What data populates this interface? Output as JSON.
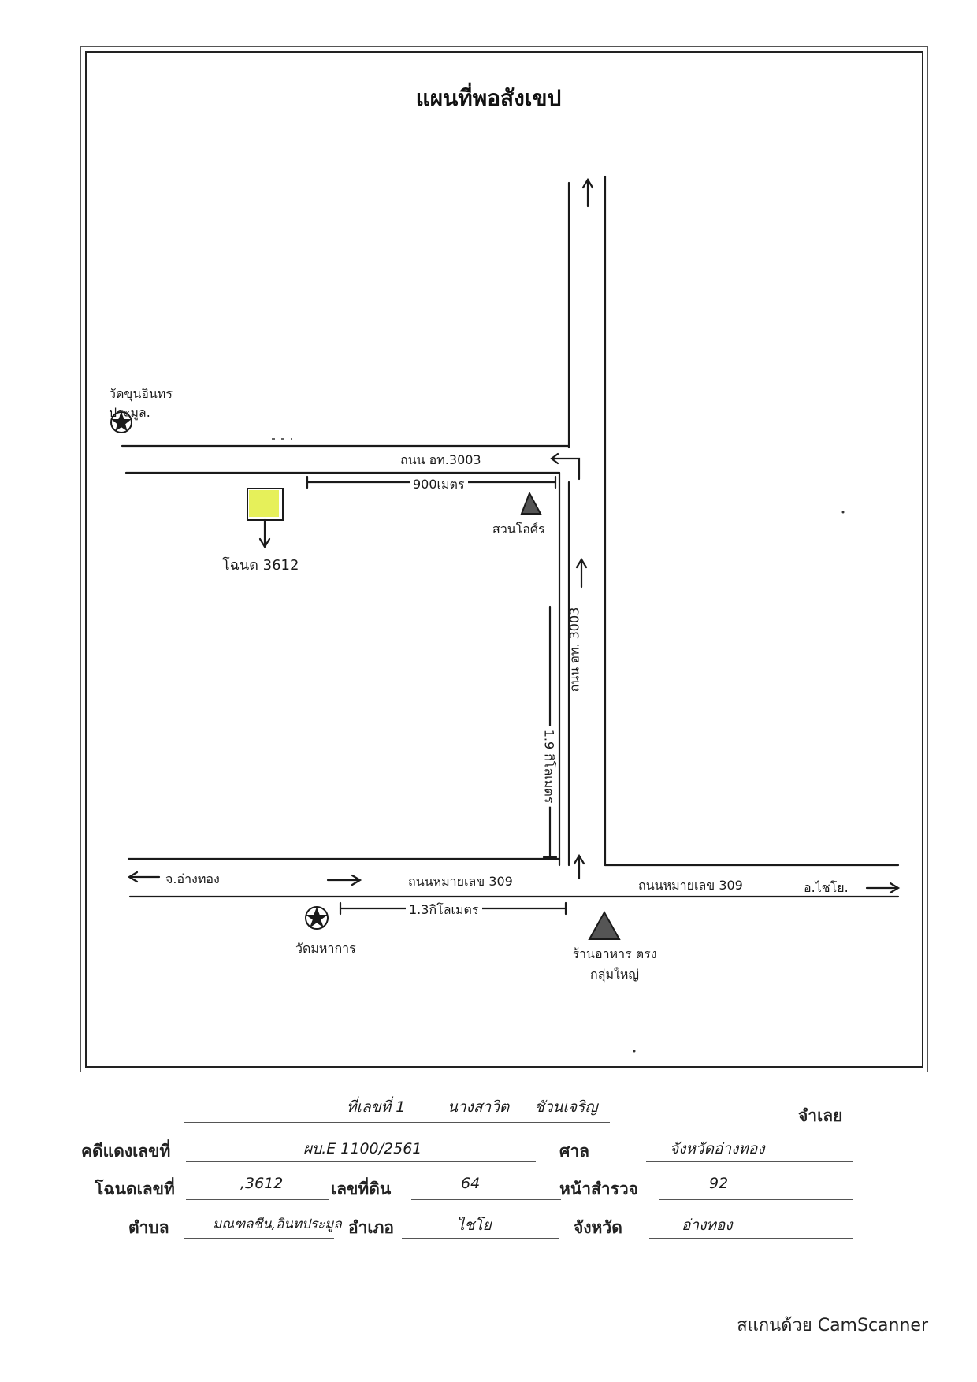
{
  "map": {
    "title": "แผนที่พอสังเขป",
    "labels": {
      "road_north": "ถนน อท.3003",
      "road_vertical": "ถนน อท. 3003",
      "dist_900": "900เมตร",
      "dist_19km": "1.9 กิโลเมตร",
      "dist_13km": "1.3กิโลเมตร",
      "highway_left": "ถนนหมายเลข 309",
      "highway_right": "ถนนหมายเลข 309",
      "to_left": "จ.อ่างทอง",
      "to_right": "อ.ไชโย.",
      "landmark_nw": "วัดขุนอินทร ประมูล.",
      "deed_label": "โฉนด 3612",
      "tower_label": "สวนโอศ์ร",
      "temple_south": "วัดมหาการ",
      "shop_label": "ร้านอาหาร ตรงกลุ่มใหญ่"
    }
  },
  "form": {
    "line1": "ที่เลขที่ 1",
    "line1_name": "นางสาวิต",
    "line1_surname": "ชัวนเจริญ",
    "defendant": "จำเลย",
    "case_label": "คดีแดงเลขที่",
    "case_value": "ผบ.E 1100/2561",
    "court_label": "ศาล",
    "court_value": "จังหวัดอ่างทอง",
    "deed_label": "โฉนดเลขที่",
    "deed_value": ",3612",
    "land_label": "เลขที่ดิน",
    "land_value": "64",
    "survey_label": "หน้าสำรวจ",
    "survey_value": "92",
    "subdistrict_label": "ตำบล",
    "subdistrict_value": "มณฑลชีน,อินทประมูล",
    "district_label": "อำเภอ",
    "district_value": "ไชโย",
    "province_label": "จังหวัด",
    "province_value": "อ่างทอง"
  },
  "footer": {
    "text": "สแกนด้วย CamScanner"
  },
  "colors": {
    "deed_fill": "#e6f05a",
    "ink": "#1a1a1a"
  }
}
